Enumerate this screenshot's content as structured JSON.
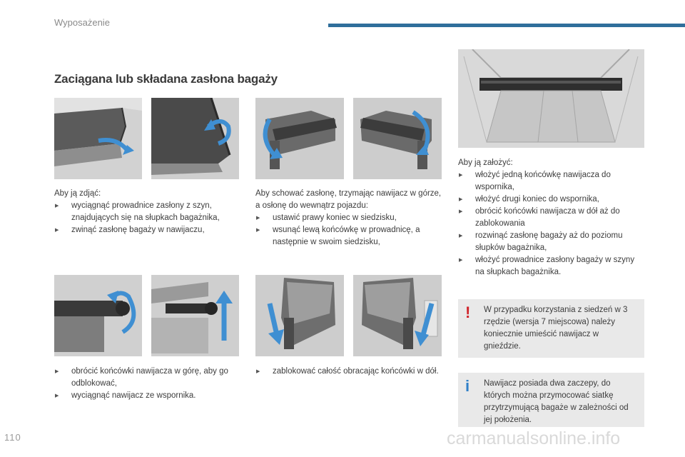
{
  "header": {
    "section": "Wyposażenie"
  },
  "title": "Zaciągana lub składana zasłona bagaży",
  "steps": {
    "remove": {
      "intro": "Aby ją zdjąć:",
      "items": [
        "wyciągnąć prowadnice zasłony z szyn, znajdujących się na słupkach bagażnika,",
        "zwinąć zasłonę bagaży w nawijaczu,"
      ]
    },
    "unlock": {
      "items": [
        "obrócić końcówki nawijacza w górę, aby go odblokować,",
        "wyciągnąć nawijacz ze wspornika."
      ]
    },
    "stow": {
      "intro": "Aby schować zasłonę, trzymając nawijacz w górze, a osłonę do wewnątrz pojazdu:",
      "items": [
        "ustawić prawy koniec w siedzisku,",
        "wsunąć lewą końcówkę w prowadnicę, a następnie w swoim siedzisku,"
      ]
    },
    "lock": {
      "items": [
        "zablokować całość obracając końcówki w dół."
      ]
    },
    "install": {
      "intro": "Aby ją założyć:",
      "items": [
        "włożyć jedną końcówkę nawijacza do wspornika,",
        "włożyć drugi koniec do wspornika,",
        "obrócić końcówki nawijacza w dół aż do zablokowania",
        "rozwinąć zasłonę bagaży aż do poziomu słupków bagażnika,",
        "włożyć prowadnice zasłony bagaży w szyny na słupkach bagażnika."
      ]
    }
  },
  "notices": {
    "warning": {
      "icon": "!",
      "icon_name": "warning-icon",
      "color": "#d0232a",
      "text": "W przypadku korzystania z siedzeń w 3 rzędzie (wersja 7 miejscowa) należy koniecznie umieścić nawijacz w gnieździe."
    },
    "info": {
      "icon": "i",
      "icon_name": "info-icon",
      "color": "#2f80c8",
      "text": "Nawijacz posiada dwa zaczepy, do których można przymocować siatkę przytrzymującą bagaże w zależności od jej położenia."
    }
  },
  "colors": {
    "accent": "#2f6f9b",
    "arrow": "#3f8fd2",
    "notice_bg": "#e9e9e9"
  },
  "footer": {
    "page_number": "110",
    "watermark": "carmanualsonline.info"
  }
}
